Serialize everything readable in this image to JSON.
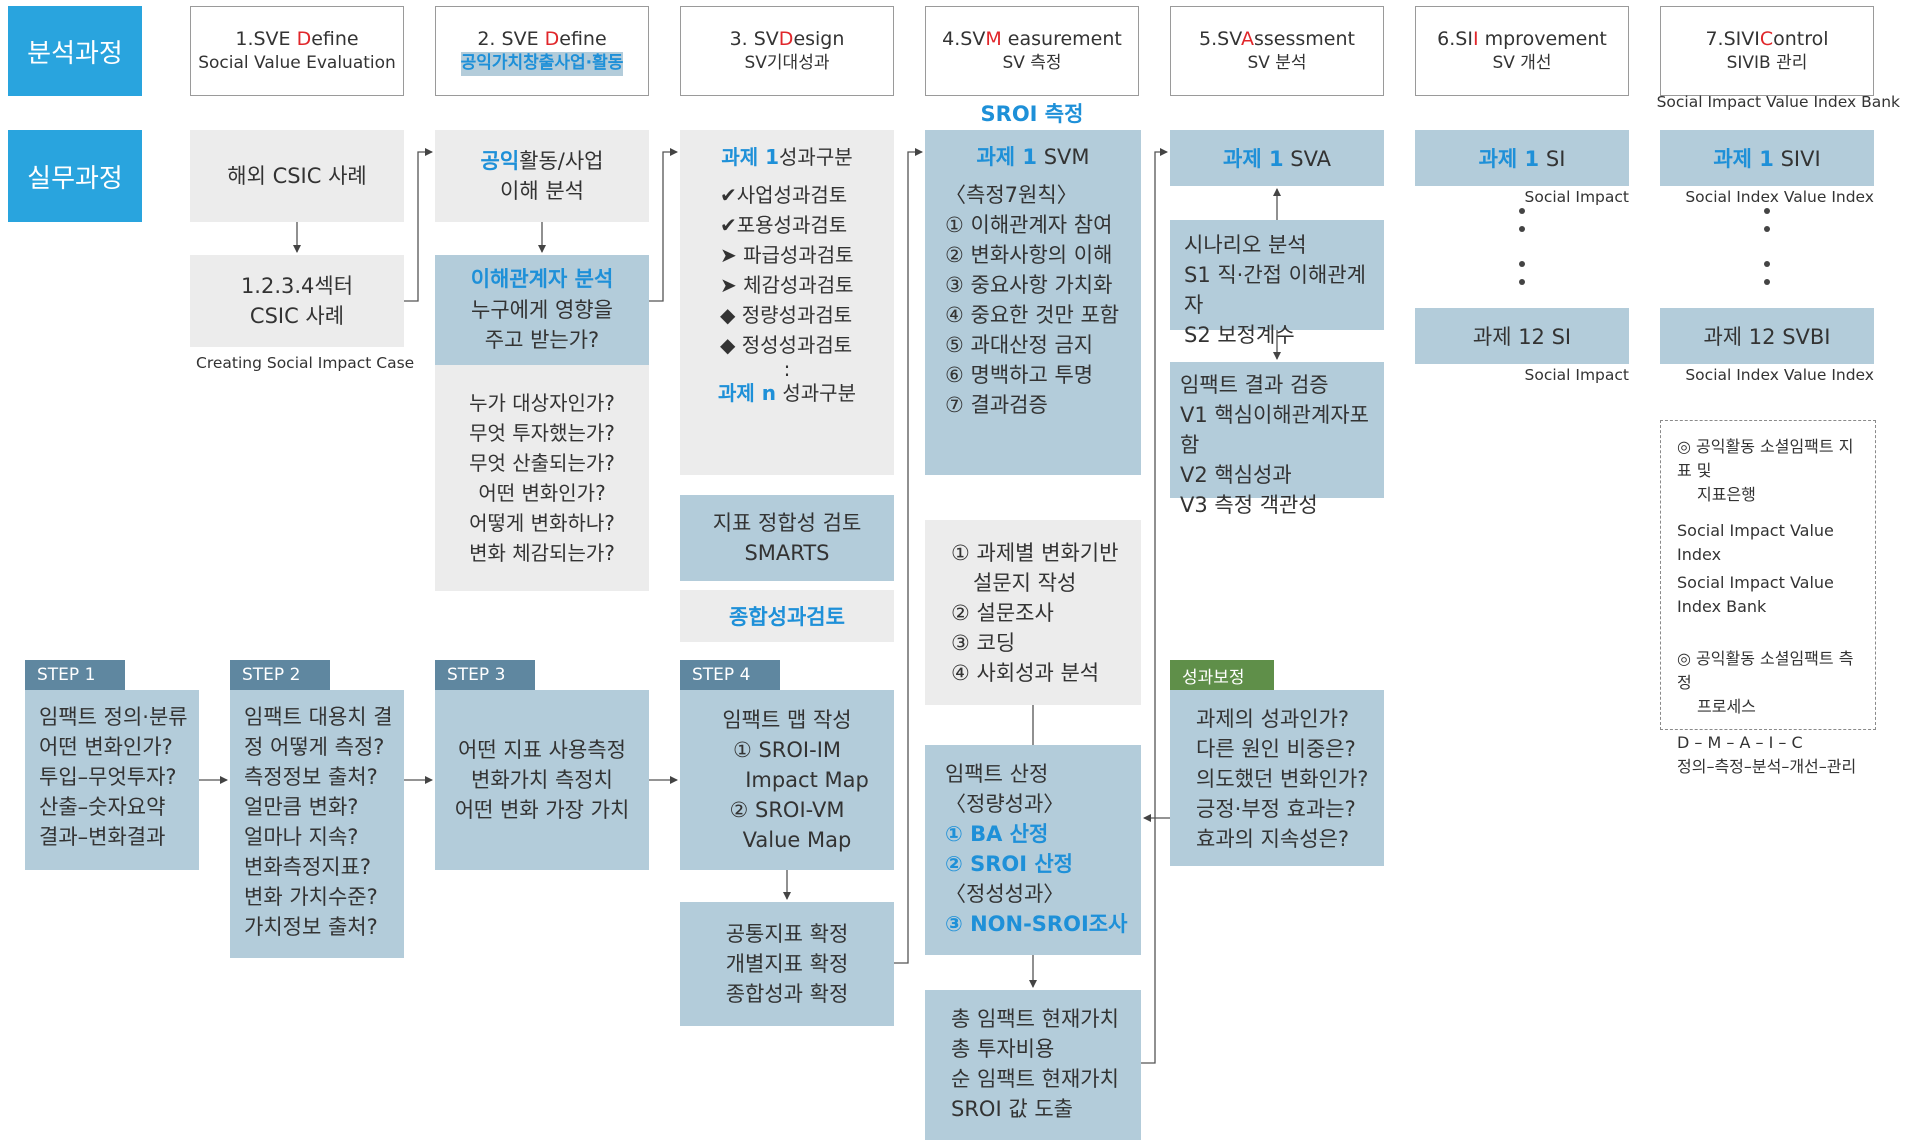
{
  "row_labels": {
    "analysis": "분석과정",
    "practice": "실무과정"
  },
  "headers": [
    {
      "pre": "1.SVE ",
      "hl": "D",
      "post": "efine",
      "sub": "Social Value Evaluation",
      "sub_blue": false
    },
    {
      "pre": "2. SVE ",
      "hl": "D",
      "post": "efine",
      "sub": "공익가치창출사업·활동",
      "sub_blue": true
    },
    {
      "pre": "3. SV",
      "hl": "D",
      "post": "esign",
      "sub": "SV기대성과",
      "sub_blue": false
    },
    {
      "pre": "4.SV",
      "hl": "M",
      "post": " easurement",
      "sub": "SV 측정",
      "sub_blue": false
    },
    {
      "pre": "5.SV",
      "hl": "A",
      "post": "ssessment",
      "sub": "SV 분석",
      "sub_blue": false
    },
    {
      "pre": "6.SI",
      "hl": "I",
      "post": " mprovement",
      "sub": "SV 개선",
      "sub_blue": false
    },
    {
      "pre": "7.SIVI",
      "hl": "C",
      "post": "ontrol",
      "sub": "SIVIB 관리",
      "sub_blue": false
    }
  ],
  "sroi_label": "SROI 측정",
  "sivib_note": "Social Impact Value Index Bank",
  "col1": {
    "box1": "해외 CSIC 사례",
    "box2": [
      "1.2.3.4섹터",
      "CSIC 사례"
    ],
    "note": "Creating Social Impact Case"
  },
  "col2": {
    "box1_blue": "공익",
    "box1_rest": "활동/사업",
    "box1_line2": "이해 분석",
    "box2_title": "이해관계자 분석",
    "box2_lines": [
      "누구에게 영향을",
      "주고 받는가?"
    ],
    "box3_lines": [
      "누가 대상자인가?",
      "무엇 투자했는가?",
      "무엇 산출되는가?",
      "어떤 변화인가?",
      "어떻게 변화하나?",
      "변화 체감되는가?"
    ]
  },
  "col3": {
    "title_blue": "과제 1",
    "title_rest": "성과구분",
    "items": [
      "✔사업성과검토",
      "✔포용성과검토",
      "➤ 파급성과검토",
      "➤ 체감성과검토",
      "◆ 정량성과검토",
      "◆ 정성성과검토"
    ],
    "colon": ":",
    "last_blue": "과제 n",
    "last_rest": " 성과구분",
    "smarts": [
      "지표 정합성 검토",
      "SMARTS"
    ],
    "total": "종합성과검토",
    "map_lines": [
      "임팩트 맵 작성",
      "① SROI-IM",
      "Impact Map",
      "② SROI-VM",
      "Value Map"
    ],
    "confirm": [
      "공통지표 확정",
      "개별지표 확정",
      "종합성과 확정"
    ]
  },
  "col4": {
    "title_blue": "과제 1",
    "title_rest": " SVM",
    "principles": [
      "〈측정7원칙〉",
      "① 이해관계자 참여",
      "② 변화사항의 이해",
      "③ 중요사항 가치화",
      "④ 중요한 것만 포함",
      "⑤ 과대산정 금지",
      "⑥ 명백하고 투명",
      "⑦ 결과검증"
    ],
    "survey": [
      "① 과제별 변화기반",
      "설문지 작성",
      "② 설문조사",
      "③ 코딩",
      "④ 사회성과 분석"
    ],
    "impact": [
      "임팩트 산정",
      "〈정량성과〉",
      "① BA 산정",
      "② SROI 산정",
      "〈정성성과〉",
      "③ NON-SROI조사"
    ],
    "final": [
      "총 임팩트 현재가치",
      "총 투자비용",
      "순 임팩트 현재가치",
      "SROI 값 도출"
    ]
  },
  "col5": {
    "title_blue": "과제 1",
    "title_rest": " SVA",
    "scenario": [
      "시나리오 분석",
      "S1 직·간접 이해관계자",
      "S2 보정계수"
    ],
    "verify": [
      "임팩트 결과 검증",
      "V1 핵심이해관계자포함",
      "V2 핵심성과",
      "V3 측정 객관성"
    ],
    "correction_tag": "성과보정",
    "correction": [
      "과제의 성과인가?",
      "다른 원인 비중은?",
      "의도했던 변화인가?",
      "긍정·부정 효과는?",
      "효과의 지속성은?"
    ]
  },
  "col6": {
    "top_blue": "과제 1",
    "top_rest": " SI",
    "top_note": "Social Impact",
    "bottom": "과제 12 SI",
    "bottom_note": "Social Impact"
  },
  "col7": {
    "top_blue": "과제 1",
    "top_rest": " SIVI",
    "top_note": "Social Index Value Index",
    "bottom": "과제 12 SVBI",
    "bottom_note": "Social Index Value Index",
    "legend": [
      "◎ 공익활동 소셜임팩트 지표 및",
      "지표은행",
      "Social Impact Value Index",
      "Social Impact Value Index Bank",
      "◎ 공익활동 소셜임팩트 측정",
      "프로세스",
      "D – M – A – I – C",
      "정의–측정–분석–개선–관리"
    ]
  },
  "steps": [
    {
      "tag": "STEP 1",
      "lines": [
        "임팩트 정의·분류",
        "어떤 변화인가?",
        "투입–무엇투자?",
        "산출–숫자요약",
        "결과–변화결과"
      ]
    },
    {
      "tag": "STEP 2",
      "lines": [
        "임팩트 대용치 결",
        "정 어떻게 측정?",
        "측정정보 출처?",
        "얼만큼 변화?",
        "얼마나 지속?",
        "변화측정지표?",
        "변화 가치수준?",
        "가치정보 출처?"
      ]
    },
    {
      "tag": "STEP 3",
      "lines": [
        "어떤 지표 사용측정",
        "변화가치 측정치",
        "어떤 변화 가장 가치"
      ]
    },
    {
      "tag": "STEP 4"
    }
  ],
  "colors": {
    "header_blue": "#29a4de",
    "box_blue": "#b3ccda",
    "box_grey": "#ececec",
    "highlight_red": "#e0262a",
    "text_blue": "#1e90d8",
    "step_tag": "#5f87a0",
    "step_green": "#5f8f49"
  }
}
